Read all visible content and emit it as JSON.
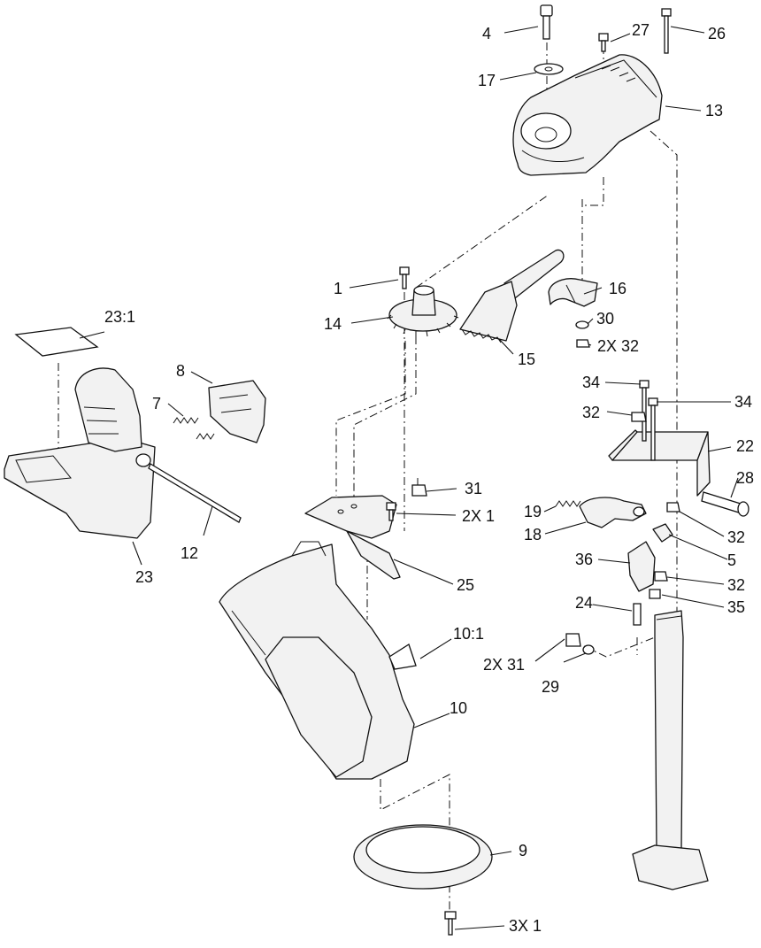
{
  "callouts": [
    {
      "id": "c4",
      "label": "4"
    },
    {
      "id": "c27",
      "label": "27"
    },
    {
      "id": "c26",
      "label": "26"
    },
    {
      "id": "c17",
      "label": "17"
    },
    {
      "id": "c13",
      "label": "13"
    },
    {
      "id": "c1",
      "label": "1"
    },
    {
      "id": "c16",
      "label": "16"
    },
    {
      "id": "c14",
      "label": "14"
    },
    {
      "id": "c30",
      "label": "30"
    },
    {
      "id": "c2x32",
      "label": "2X 32"
    },
    {
      "id": "c15",
      "label": "15"
    },
    {
      "id": "c23_1",
      "label": "23:1"
    },
    {
      "id": "c8",
      "label": "8"
    },
    {
      "id": "c7",
      "label": "7"
    },
    {
      "id": "c34a",
      "label": "34"
    },
    {
      "id": "c32a",
      "label": "32"
    },
    {
      "id": "c34b",
      "label": "34"
    },
    {
      "id": "c22",
      "label": "22"
    },
    {
      "id": "c31",
      "label": "31"
    },
    {
      "id": "c2x1",
      "label": "2X 1"
    },
    {
      "id": "c28",
      "label": "28"
    },
    {
      "id": "c19",
      "label": "19"
    },
    {
      "id": "c12",
      "label": "12"
    },
    {
      "id": "c23",
      "label": "23"
    },
    {
      "id": "c18",
      "label": "18"
    },
    {
      "id": "c32b",
      "label": "32"
    },
    {
      "id": "c5",
      "label": "5"
    },
    {
      "id": "c25",
      "label": "25"
    },
    {
      "id": "c36",
      "label": "36"
    },
    {
      "id": "c32c",
      "label": "32"
    },
    {
      "id": "c24",
      "label": "24"
    },
    {
      "id": "c35",
      "label": "35"
    },
    {
      "id": "c10_1",
      "label": "10:1"
    },
    {
      "id": "c2x31",
      "label": "2X 31"
    },
    {
      "id": "c29",
      "label": "29"
    },
    {
      "id": "c10",
      "label": "10"
    },
    {
      "id": "c9",
      "label": "9"
    },
    {
      "id": "c3x1",
      "label": "3X 1"
    }
  ]
}
